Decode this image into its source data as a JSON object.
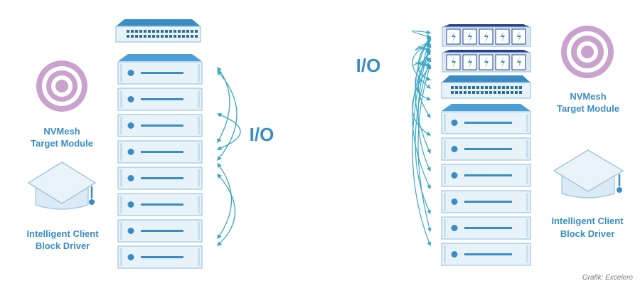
{
  "left_panel": {
    "target_module_label_1": "NVMesh",
    "target_module_label_2": "Target Module",
    "client_driver_label_1": "Intelligent Client",
    "client_driver_label_2": "Block Driver",
    "io_label": "I/O",
    "server_count": 8
  },
  "right_panel": {
    "target_module_label_1": "NVMesh",
    "target_module_label_2": "Target Module",
    "client_driver_label_1": "Intelligent Client",
    "client_driver_label_2": "Block Driver",
    "io_label": "I/O",
    "server_count": 6,
    "nvme_shelf_count": 2,
    "drives_per_shelf": 5
  },
  "credit": "Grafik: Excelero",
  "colors": {
    "accent_blue": "#3a8dc4",
    "rack_fill": "#e8f2f9",
    "rack_stroke": "#9cc6e2",
    "rack_top": "#4b9fd6",
    "switch_dark": "#2f6e9a",
    "arrow_teal": "#3aa7c2",
    "target_purple": "#c08ac0",
    "nvme_navy": "#27408b",
    "credit_gray": "#7a7a7a"
  }
}
